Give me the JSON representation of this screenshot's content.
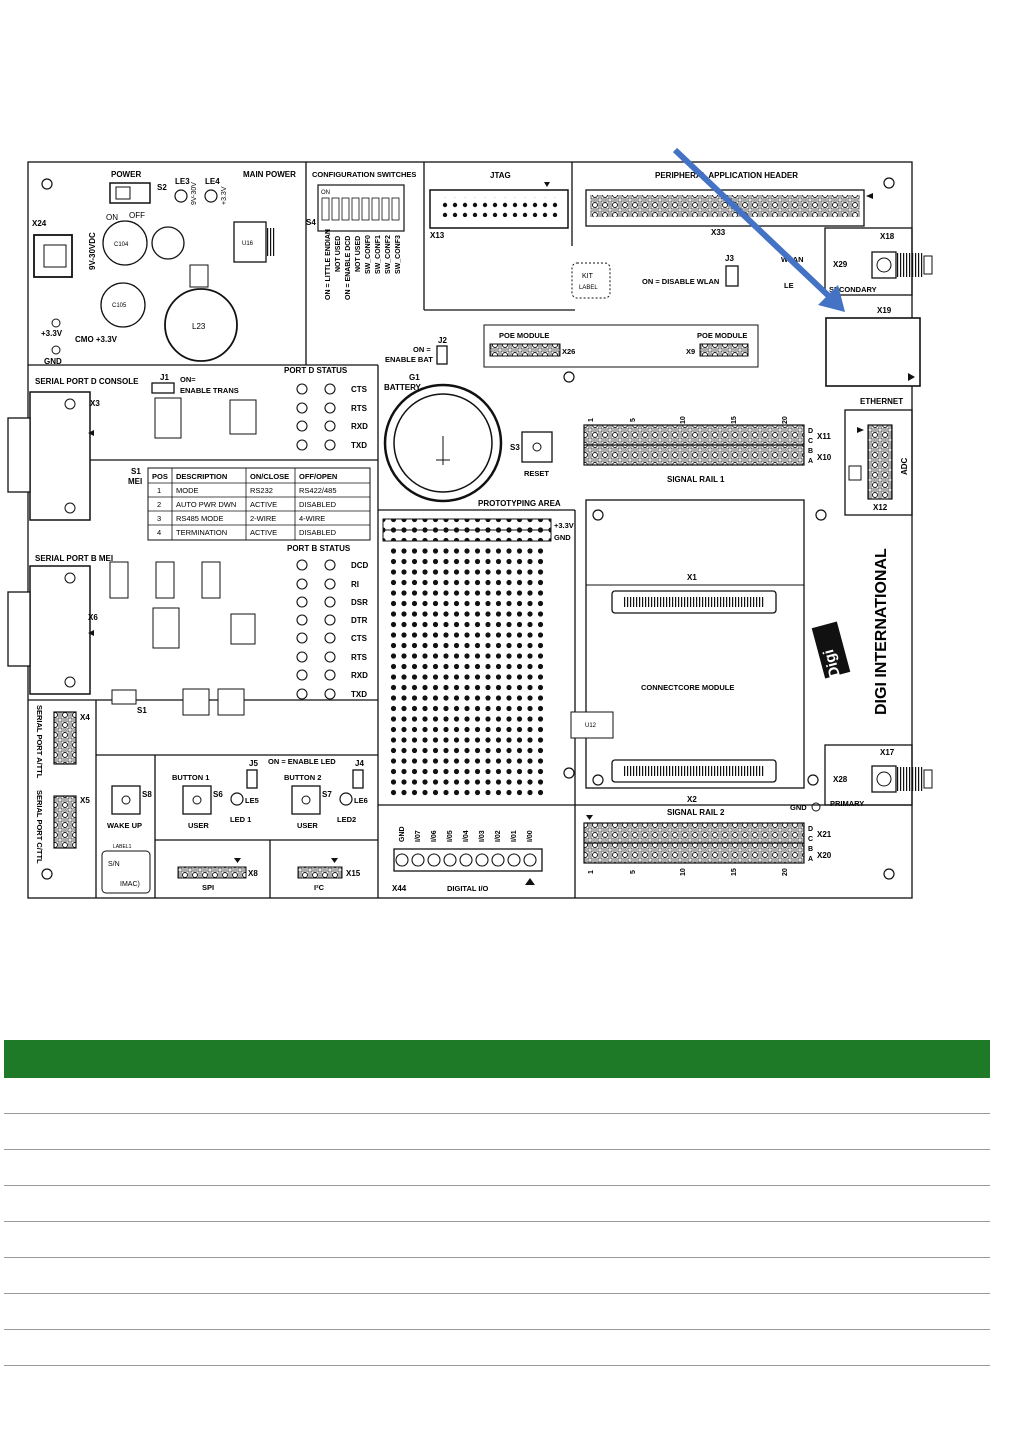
{
  "board": {
    "top_labels": {
      "power": "POWER",
      "main_power": "MAIN POWER",
      "config_switches": "CONFIGURATION SWITCHES",
      "jtag": "JTAG",
      "peripheral_header": "PERIPHERAL APPLICATION HEADER"
    },
    "power": {
      "s2": "S2",
      "on": "ON",
      "off": "OFF",
      "le3": "LE3",
      "le4": "LE4",
      "x24": "X24",
      "vin": "9V-30VDC",
      "plus33": "+3.3V",
      "gnd": "GND",
      "cmo": "CMO +3.3V",
      "l23": "L23",
      "c104": "C104",
      "c105": "C105",
      "u16": "U16",
      "led_9v": "9V-30V",
      "led_33": "+3.3V"
    },
    "config": {
      "s4": "S4",
      "on": "ON",
      "switch_labels": [
        "ON = LITTLE ENDIAN",
        "NOT USED",
        "ON = ENABLE DCD",
        "NOT USED",
        "SW_CONF0",
        "SW_CONF1",
        "SW_CONF2",
        "SW_CONF3"
      ]
    },
    "jtag": {
      "x13": "X13"
    },
    "peripheral": {
      "x33": "X33"
    },
    "kit_label": [
      "KIT",
      "LABEL"
    ],
    "wlan": {
      "j3": "J3",
      "text": "ON = DISABLE WLAN",
      "wlan": "WLAN",
      "le": "LE"
    },
    "antenna": {
      "x18": "X18",
      "x29": "X29",
      "secondary": "SECONDARY",
      "x17": "X17",
      "x28": "X28",
      "primary": "PRIMARY",
      "x19": "X19",
      "ethernet": "ETHERNET"
    },
    "poe": {
      "left": "POE MODULE",
      "right": "POE MODULE",
      "x26": "X26",
      "x9": "X9"
    },
    "battery": {
      "j2": "J2",
      "on": "ON =",
      "enable_bat": "ENABLE BAT",
      "g1": "G1",
      "battery": "BATTERY"
    },
    "reset": {
      "s3": "S3",
      "label": "RESET"
    },
    "signal_rail1": {
      "title": "SIGNAL RAIL 1",
      "x11": "X11",
      "x10": "X10",
      "nums": [
        "1",
        "5",
        "10",
        "15",
        "20"
      ],
      "rows": [
        "D",
        "C",
        "B",
        "A"
      ]
    },
    "signal_rail2": {
      "title": "SIGNAL RAIL 2",
      "x21": "X21",
      "x20": "X20",
      "nums": [
        "1",
        "5",
        "10",
        "15",
        "20"
      ],
      "rows": [
        "D",
        "C",
        "B",
        "A"
      ]
    },
    "adc": {
      "label": "ADC",
      "x12": "X12"
    },
    "serial_d": {
      "title": "SERIAL PORT D CONSOLE",
      "x3": "X3",
      "j1": "J1",
      "on": "ON=",
      "enable_trans": "ENABLE TRANS"
    },
    "port_d_status": {
      "title": "PORT D STATUS",
      "signals": [
        "CTS",
        "RTS",
        "RXD",
        "TXD"
      ]
    },
    "mei_table": {
      "s1": "S1",
      "mei": "MEI",
      "headers": [
        "POS",
        "DESCRIPTION",
        "ON/CLOSE",
        "OFF/OPEN"
      ],
      "rows": [
        [
          "1",
          "MODE",
          "RS232",
          "RS422/485"
        ],
        [
          "2",
          "AUTO PWR DWN",
          "ACTIVE",
          "DISABLED"
        ],
        [
          "3",
          "RS485 MODE",
          "2-WIRE",
          "4-WIRE"
        ],
        [
          "4",
          "TERMINATION",
          "ACTIVE",
          "DISABLED"
        ]
      ]
    },
    "serial_b": {
      "title": "SERIAL PORT B MEI",
      "x6": "X6",
      "s1": "S1"
    },
    "port_b_status": {
      "title": "PORT B STATUS",
      "signals": [
        "DCD",
        "RI",
        "DSR",
        "DTR",
        "CTS",
        "RTS",
        "RXD",
        "TXD"
      ]
    },
    "serial_attl": {
      "x4": "X4",
      "label": "SERIAL PORT A/TTL"
    },
    "serial_cttl": {
      "x5": "X5",
      "label": "SERIAL PORT C/TTL"
    },
    "buttons": {
      "enable_led": "ON = ENABLE LED",
      "s8": "S8",
      "wake_up": "WAKE UP",
      "button1": "BUTTON 1",
      "s6": "S6",
      "user1": "USER",
      "j5": "J5",
      "le5": "LE5",
      "led1": "LED 1",
      "button2": "BUTTON 2",
      "s7": "S7",
      "user2": "USER",
      "j4": "J4",
      "le6": "LE6",
      "led2": "LED2",
      "sn": "S/N",
      "imac": "IMAC)",
      "label1": "LABEL1"
    },
    "spi": {
      "x8": "X8",
      "label": "SPI"
    },
    "i2c": {
      "x15": "X15",
      "label": "I²C"
    },
    "proto": {
      "title": "PROTOTYPING AREA",
      "v33": "+3.3V",
      "gnd": "GND"
    },
    "digital_io": {
      "x44": "X44",
      "label": "DIGITAL I/O",
      "pins": [
        "GND",
        "I/07",
        "I/06",
        "I/05",
        "I/04",
        "I/03",
        "I/02",
        "I/01",
        "I/00"
      ]
    },
    "module": {
      "x1": "X1",
      "x2": "X2",
      "label": "CONNECTCORE MODULE",
      "u12": "U12",
      "gnd": "GND"
    },
    "digi": {
      "logo": "Digi",
      "brand": "DIGI INTERNATIONAL"
    },
    "colors": {
      "arrow": "#4472c4",
      "table_header": "#1f7a28"
    }
  },
  "table": {
    "header": "",
    "rows": [
      "",
      "",
      "",
      "",
      "",
      "",
      "",
      ""
    ]
  }
}
